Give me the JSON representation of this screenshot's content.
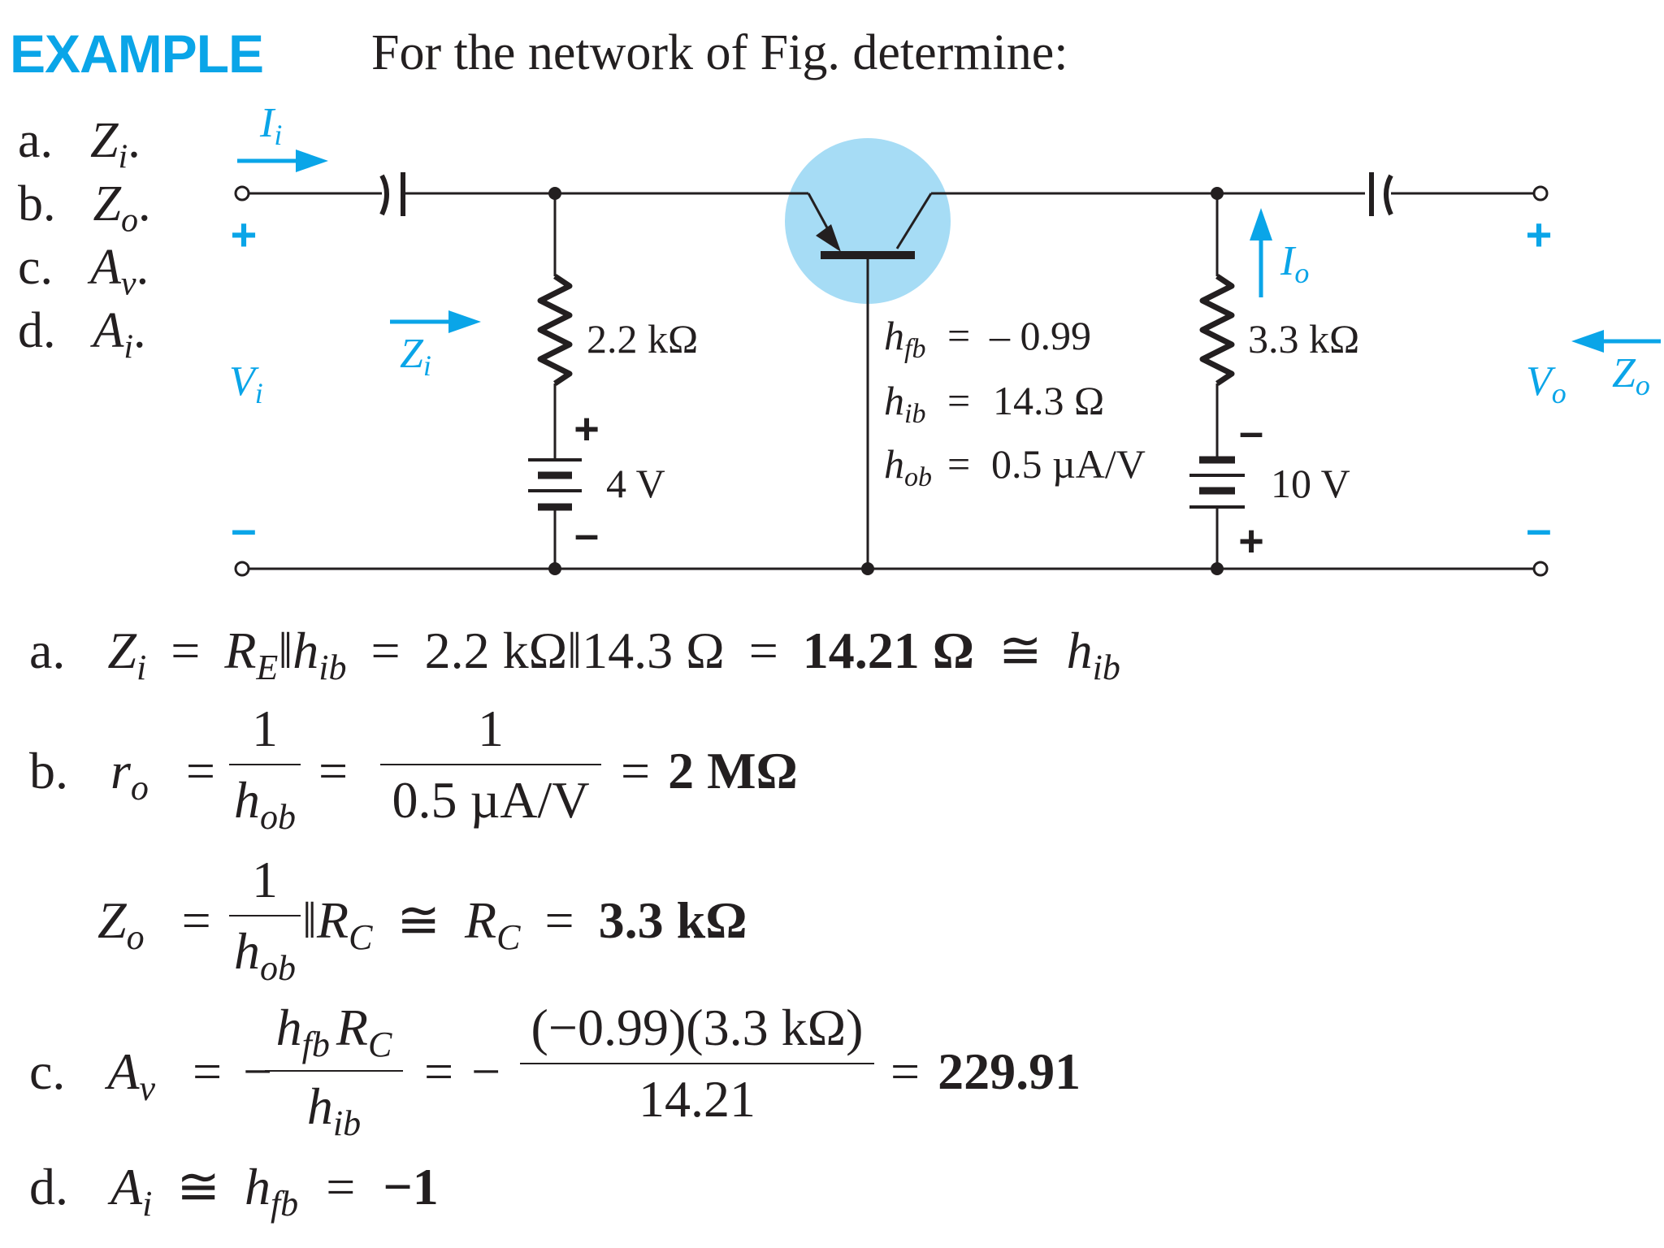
{
  "header": {
    "label": "EXAMPLE",
    "title": "For the network of Fig. determine:"
  },
  "tasks": [
    {
      "letter": "a.",
      "sym": "Z",
      "sub": "i",
      "end": "."
    },
    {
      "letter": "b.",
      "sym": "Z",
      "sub": "o",
      "end": "."
    },
    {
      "letter": "c.",
      "sym": "A",
      "sub": "v",
      "end": "."
    },
    {
      "letter": "d.",
      "sym": "A",
      "sub": "i",
      "end": "."
    }
  ],
  "circuit": {
    "ii_sym": "I",
    "ii_sub": "i",
    "io_sym": "I",
    "io_sub": "o",
    "zi_sym": "Z",
    "zi_sub": "i",
    "zo_sym": "Z",
    "zo_sub": "o",
    "vi_sym": "V",
    "vi_sub": "i",
    "vo_sym": "V",
    "vo_sub": "o",
    "re_value": "2.2 kΩ",
    "rc_value": "3.3 kΩ",
    "vee_value": "4 V",
    "vcc_value": "10 V",
    "plus": "+",
    "minus": "–",
    "params": [
      {
        "sym": "h",
        "sub": "fb",
        "eq": "=",
        "val": "– 0.99"
      },
      {
        "sym": "h",
        "sub": "ib",
        "eq": "=",
        "val": "14.3 Ω"
      },
      {
        "sym": "h",
        "sub": "ob",
        "eq": "=",
        "val": "0.5 µA/V"
      }
    ],
    "colors": {
      "accent": "#0aa5e8",
      "highlight": "#a6dcf5",
      "ink": "#231f20"
    }
  },
  "solution": {
    "a": {
      "letter": "a.",
      "lhs_sym": "Z",
      "lhs_sub": "i",
      "eq": "=",
      "t1_sym": "R",
      "t1_sub": "E",
      "par": "‖",
      "t2_sym": "h",
      "t2_sub": "ib",
      "mid": "2.2 kΩ‖14.3 Ω",
      "result": "14.21 Ω",
      "approx": "≅",
      "tail_sym": "h",
      "tail_sub": "ib"
    },
    "b": {
      "letter": "b.",
      "lhs_sym": "r",
      "lhs_sub": "o",
      "eq": "=",
      "num1": "1",
      "den1_sym": "h",
      "den1_sub": "ob",
      "num2": "1",
      "den2": "0.5 µA/V",
      "result": "2 MΩ"
    },
    "zo": {
      "lhs_sym": "Z",
      "lhs_sub": "o",
      "eq": "=",
      "num": "1",
      "den_sym": "h",
      "den_sub": "ob",
      "par": "‖",
      "rc_sym": "R",
      "rc_sub": "C",
      "approx": "≅",
      "rc2_sym": "R",
      "rc2_sub": "C",
      "result": "3.3 kΩ"
    },
    "c": {
      "letter": "c.",
      "lhs_sym": "A",
      "lhs_sub": "v",
      "eq": "=",
      "minus": "−",
      "num_h": "h",
      "num_hsub": "fb",
      "num_r": "R",
      "num_rsub": "C",
      "den_sym": "h",
      "den_sub": "ib",
      "num2": "(−0.99)(3.3 kΩ)",
      "den2": "14.21",
      "result": "229.91"
    },
    "d": {
      "letter": "d.",
      "lhs_sym": "A",
      "lhs_sub": "i",
      "approx": "≅",
      "t_sym": "h",
      "t_sub": "fb",
      "eq": "=",
      "result": "−1"
    }
  }
}
